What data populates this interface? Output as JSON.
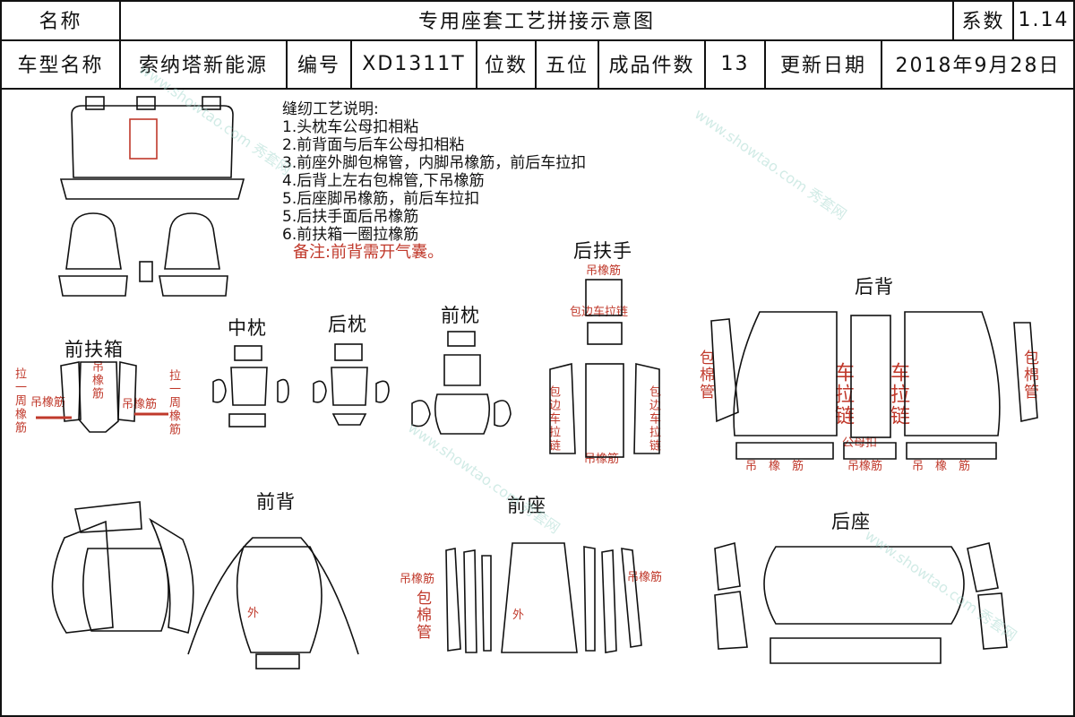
{
  "header": {
    "name_label": "名称",
    "title": "专用座套工艺拼接示意图",
    "coef_label": "系数",
    "coef_value": "1.14",
    "model_label": "车型名称",
    "model_value": "索纳塔新能源",
    "code_label": "编号",
    "code_value": "XD1311T",
    "seats_label": "位数",
    "seats_value": "五位",
    "pieces_label": "成品件数",
    "pieces_value": "13",
    "date_label": "更新日期",
    "date_value": "2018年9月28日"
  },
  "notes": {
    "heading": "缝纫工艺说明:",
    "items": [
      "1.头枕车公母扣相粘",
      "2.前背面与后车公母扣相粘",
      "3.前座外脚包棉管，内脚吊橡筋，前后车拉扣",
      "4.后背上左右包棉管,下吊橡筋",
      "5.后座脚吊橡筋，前后车拉扣",
      "5.后扶手面后吊橡筋",
      "6.前扶箱一圈拉橡筋"
    ],
    "remark": "备注:前背需开气囊。"
  },
  "sections": {
    "front_armrest": "前扶箱",
    "middle_pillow": "中枕",
    "rear_pillow": "后枕",
    "front_pillow": "前枕",
    "rear_armrest": "后扶手",
    "rear_back": "后背",
    "front_back": "前背",
    "front_seat": "前座",
    "rear_seat": "后座"
  },
  "annotations": {
    "pull_around": "拉一周橡筋",
    "hang_elastic": "吊橡筋",
    "binding_zip": "包边车拉链",
    "binding_zipper_side": "包边车拉链",
    "cotton_tube": "包棉管",
    "sew_zip": "车拉链",
    "snap": "公母扣",
    "outer": "外",
    "hang_elastic_spaced": "吊　橡　筋"
  },
  "watermark": "www.showtao.com 秀套网",
  "colors": {
    "annotation": "#c0392b",
    "line": "#111111",
    "watermark": "#9bd3c8"
  }
}
